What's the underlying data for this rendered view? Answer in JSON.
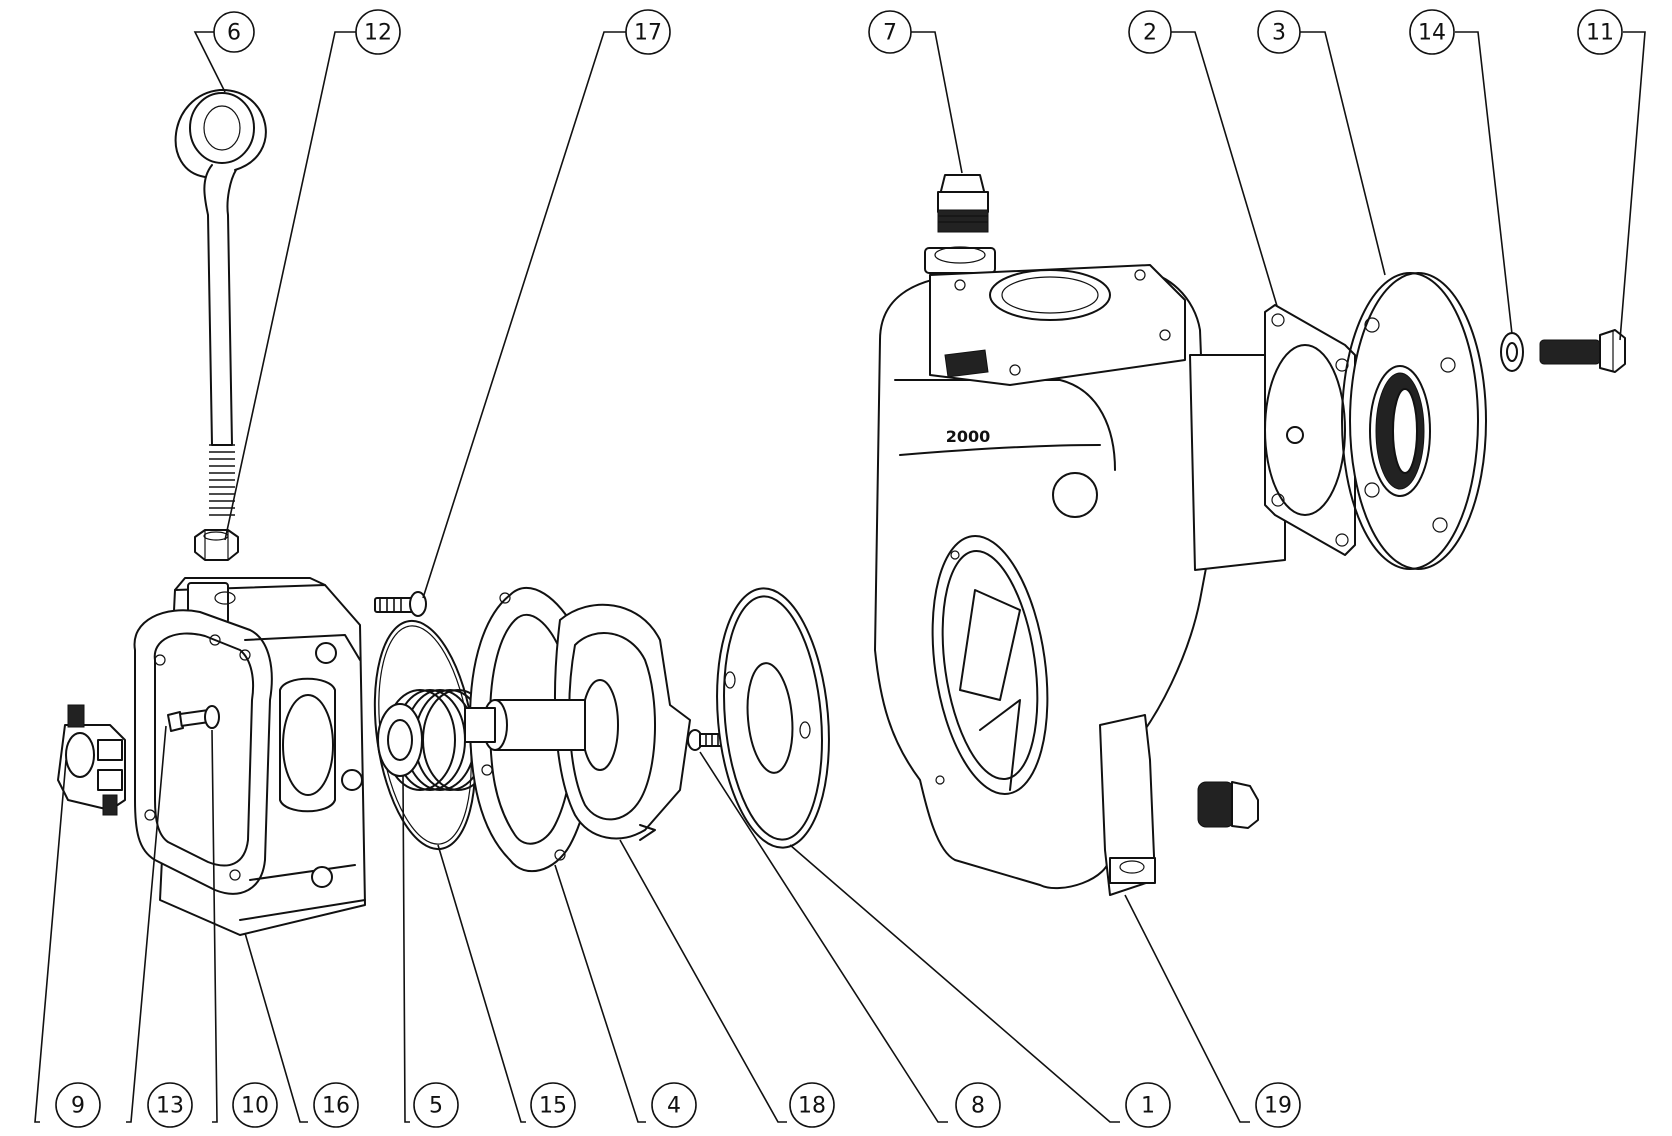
{
  "callouts": [
    {
      "id": "6",
      "label": "6"
    },
    {
      "id": "12",
      "label": "12"
    },
    {
      "id": "17",
      "label": "17"
    },
    {
      "id": "7",
      "label": "7"
    },
    {
      "id": "2",
      "label": "2"
    },
    {
      "id": "3",
      "label": "3"
    },
    {
      "id": "14",
      "label": "14"
    },
    {
      "id": "11",
      "label": "11"
    },
    {
      "id": "9",
      "label": "9"
    },
    {
      "id": "13",
      "label": "13"
    },
    {
      "id": "10",
      "label": "10"
    },
    {
      "id": "16",
      "label": "16"
    },
    {
      "id": "5",
      "label": "5"
    },
    {
      "id": "15",
      "label": "15"
    },
    {
      "id": "4",
      "label": "4"
    },
    {
      "id": "18",
      "label": "18"
    },
    {
      "id": "8",
      "label": "8"
    },
    {
      "id": "1",
      "label": "1"
    },
    {
      "id": "19",
      "label": "19"
    }
  ],
  "casting_mark": "2000"
}
